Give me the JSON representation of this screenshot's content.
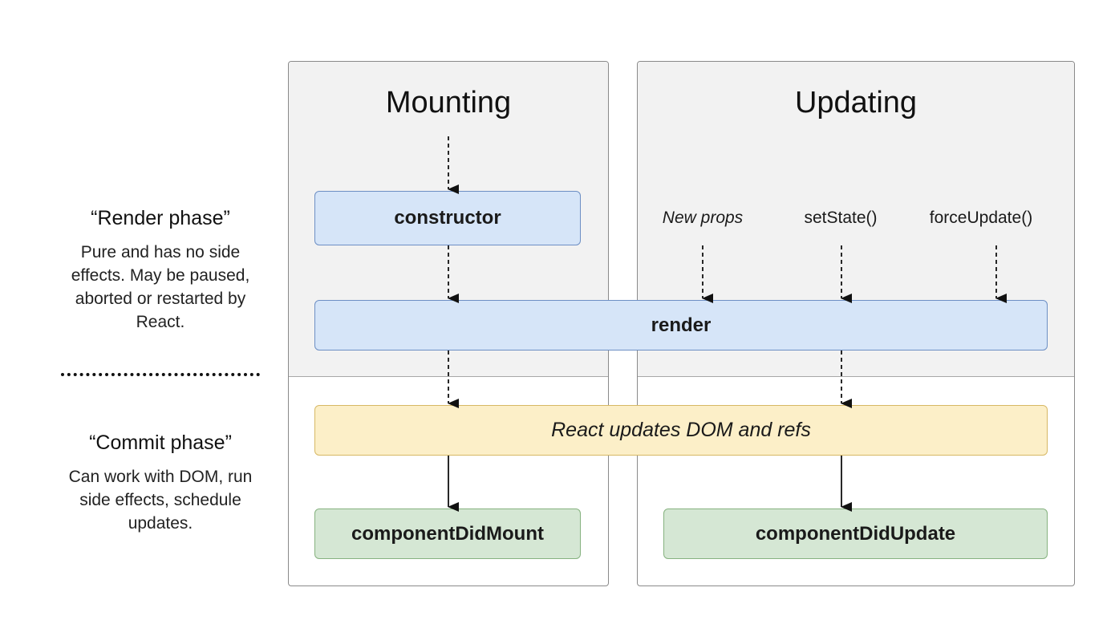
{
  "render_phase": {
    "title": "“Render phase”",
    "description": "Pure and has no side effects. May be paused, aborted or restarted by React."
  },
  "commit_phase": {
    "title": "“Commit phase”",
    "description": "Can work with DOM, run side effects, schedule updates."
  },
  "mounting": {
    "title": "Mounting",
    "constructor": "constructor",
    "did_mount": "componentDidMount"
  },
  "updating": {
    "title": "Updating",
    "triggers": [
      "New props",
      "setState()",
      "forceUpdate()"
    ],
    "did_update": "componentDidUpdate"
  },
  "render": "render",
  "dom_update": "React updates DOM and refs"
}
